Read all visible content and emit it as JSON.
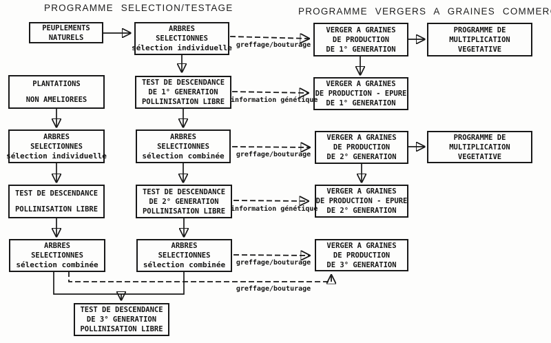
{
  "titles": {
    "left": "PROGRAMME SELECTION/TESTAGE",
    "right": "PROGRAMME VERGERS A GRAINES COMMERCIAUX"
  },
  "colors": {
    "ink": "#181818",
    "background": "#fdfdfc"
  },
  "boxes": {
    "peuplements_naturels": {
      "lines": [
        "PEUPLEMENTS",
        "NATURELS"
      ]
    },
    "arbres_selectionnes_1": {
      "lines": [
        "ARBRES",
        "SELECTIONNES",
        "sélection individuelle"
      ]
    },
    "verger_production_1": {
      "lines": [
        "VERGER A GRAINES",
        "DE PRODUCTION",
        "DE 1° GENERATION"
      ]
    },
    "programme_multiplication_1": {
      "lines": [
        "PROGRAMME DE",
        "MULTIPLICATION",
        "VEGETATIVE"
      ]
    },
    "plantations_non_ameliorees": {
      "lines": [
        "PLANTATIONS",
        "NON AMELIOREES"
      ]
    },
    "test_descendance_1": {
      "lines": [
        "TEST DE DESCENDANCE",
        "DE 1° GENERATION",
        "POLLINISATION LIBRE"
      ]
    },
    "verger_epure_1": {
      "lines": [
        "VERGER A GRAINES",
        "DE PRODUCTION - EPURE",
        "DE 1° GENERATION"
      ]
    },
    "arbres_individuelle_left": {
      "lines": [
        "ARBRES",
        "SELECTIONNES",
        "sélection individuelle"
      ]
    },
    "arbres_combinee_mid_1": {
      "lines": [
        "ARBRES",
        "SELECTIONNES",
        "sélection combinée"
      ]
    },
    "verger_production_2": {
      "lines": [
        "VERGER A GRAINES",
        "DE PRODUCTION",
        "DE 2° GENERATION"
      ]
    },
    "programme_multiplication_2": {
      "lines": [
        "PROGRAMME DE",
        "MULTIPLICATION",
        "VEGETATIVE"
      ]
    },
    "test_pollinisation_left": {
      "lines": [
        "TEST DE DESCENDANCE",
        "POLLINISATION LIBRE"
      ]
    },
    "test_descendance_2": {
      "lines": [
        "TEST DE DESCENDANCE",
        "DE 2° GENERATION",
        "POLLINISATION LIBRE"
      ]
    },
    "verger_epure_2": {
      "lines": [
        "VERGER A GRAINES",
        "DE PRODUCTION - EPURE",
        "DE 2° GENERATION"
      ]
    },
    "arbres_combinee_left": {
      "lines": [
        "ARBRES",
        "SELECTIONNES",
        "sélection combinée"
      ]
    },
    "arbres_combinee_mid_2": {
      "lines": [
        "ARBRES",
        "SELECTIONNES",
        "sélection combinée"
      ]
    },
    "verger_production_3": {
      "lines": [
        "VERGER A GRAINES",
        "DE PRODUCTION",
        "DE 3° GENERATION"
      ]
    },
    "test_descendance_3": {
      "lines": [
        "TEST DE DESCENDANCE",
        "DE 3° GENERATION",
        "POLLINISATION LIBRE"
      ]
    }
  },
  "edge_labels": {
    "greffage_1": "greffage/bouturage",
    "information_1": "information génétique",
    "greffage_2": "greffage/bouturage",
    "information_2": "information génétique",
    "greffage_3": "greffage/bouturage",
    "greffage_4": "greffage/bouturage"
  }
}
